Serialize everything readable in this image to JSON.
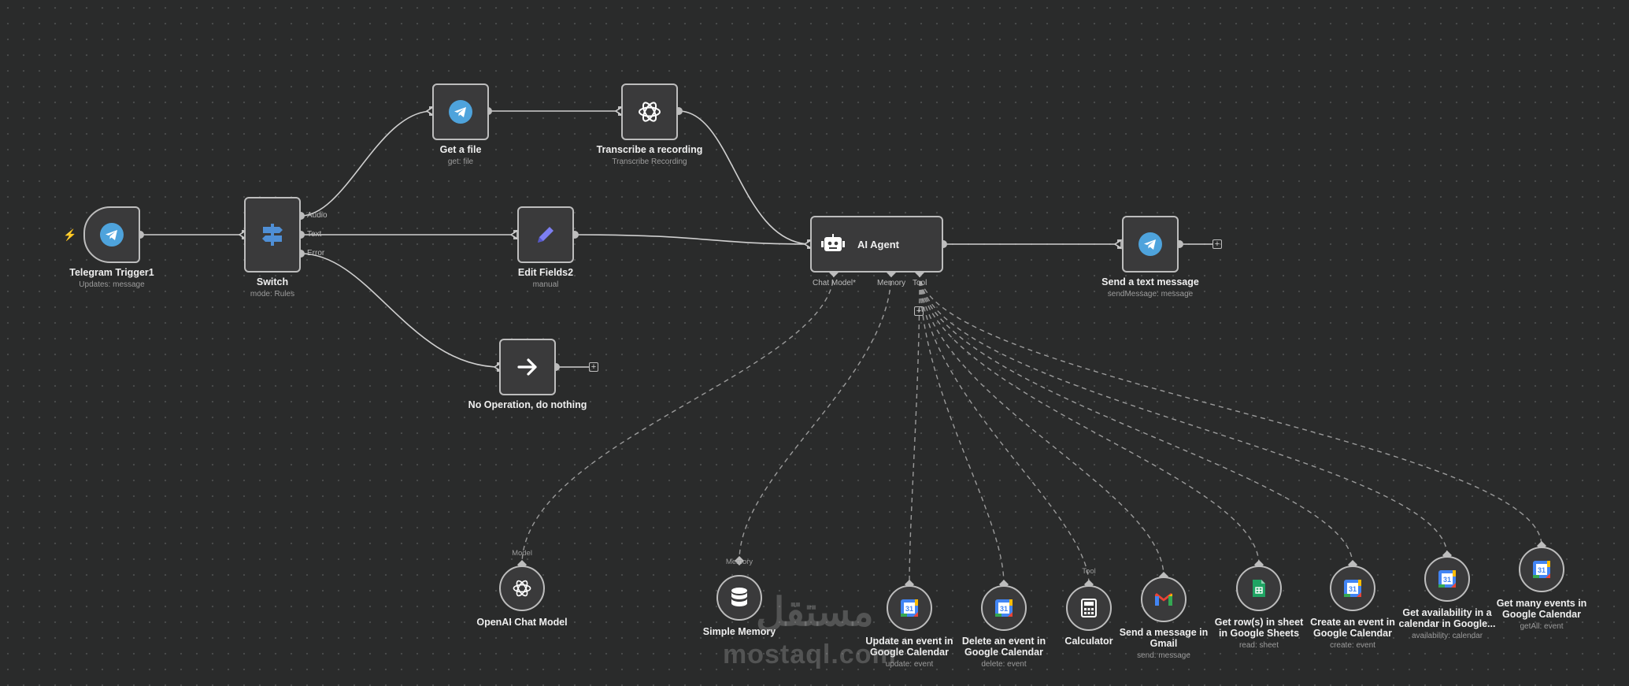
{
  "nodes": {
    "telegram_trigger": {
      "title": "Telegram Trigger1",
      "subtitle": "Updates: message"
    },
    "switch": {
      "title": "Switch",
      "subtitle": "mode: Rules",
      "outputs": [
        "Audio",
        "Text",
        "Error"
      ]
    },
    "get_file": {
      "title": "Get a file",
      "subtitle": "get: file"
    },
    "transcribe": {
      "title": "Transcribe a recording",
      "subtitle": "Transcribe Recording"
    },
    "edit_fields": {
      "title": "Edit Fields2",
      "subtitle": "manual"
    },
    "noop": {
      "title": "No Operation, do nothing"
    },
    "ai_agent": {
      "title": "AI Agent",
      "ports": [
        "Chat Model*",
        "Memory",
        "Tool"
      ]
    },
    "send_text": {
      "title": "Send a text message",
      "subtitle": "sendMessage: message"
    },
    "openai_model": {
      "title": "OpenAI Chat Model",
      "conn_label": "Model"
    },
    "simple_memory": {
      "title": "Simple Memory",
      "conn_label": "Memory"
    },
    "update_event": {
      "title_line1": "Update an event in",
      "title_line2": "Google Calendar",
      "subtitle": "update: event"
    },
    "delete_event": {
      "title_line1": "Delete an event in",
      "title_line2": "Google Calendar",
      "subtitle": "delete: event"
    },
    "calculator": {
      "title": "Calculator",
      "conn_label": "Tool"
    },
    "send_gmail": {
      "title_line1": "Send a message in",
      "title_line2": "Gmail",
      "subtitle": "send: message"
    },
    "get_rows": {
      "title_line1": "Get row(s) in sheet",
      "title_line2": "in Google Sheets",
      "subtitle": "read: sheet"
    },
    "create_event": {
      "title_line1": "Create an event in",
      "title_line2": "Google Calendar",
      "subtitle": "create: event"
    },
    "get_availability": {
      "title_line1": "Get availability in a",
      "title_line2": "calendar in Google...",
      "subtitle": "availability: calendar"
    },
    "get_many_events": {
      "title_line1": "Get many events in",
      "title_line2": "Google Calendar",
      "subtitle": "getAll: event"
    }
  },
  "watermark": {
    "line1": "مستقل",
    "line2": "mostaql.com"
  },
  "colors": {
    "telegram": "#4ea3dc",
    "switch": "#4f8fd6",
    "pencil": "#7d7ff2",
    "gmail_red": "#ea4335",
    "sheets_green": "#1fa463",
    "calendar_blue": "#4285f4"
  }
}
